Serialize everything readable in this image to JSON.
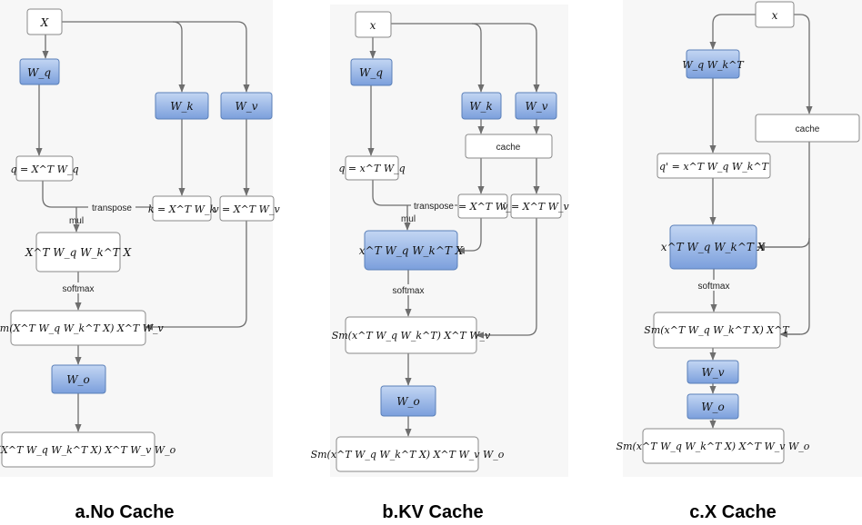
{
  "panels": [
    {
      "caption": "a.No Cache",
      "input": "X",
      "wq": "W_q",
      "wk": "W_k",
      "wv": "W_v",
      "q": "q = X^T W_q",
      "k": "k = X^T W_k",
      "v": "v = X^T W_v",
      "transpose_label": "transpose",
      "mul_label": "mul",
      "scores": "X^T W_q W_k^T X",
      "softmax_label": "softmax",
      "attn": "Sm(X^T W_q W_k^T X) X^T W_v",
      "wo": "W_o",
      "out": "Sm(X^T W_q W_k^T X) X^T W_v W_o"
    },
    {
      "caption": "b.KV Cache",
      "input": "x",
      "wq": "W_q",
      "wk": "W_k",
      "wv": "W_v",
      "cache": "cache",
      "q": "q = x^T W_q",
      "k": "k = X^T W_k",
      "v": "v = X^T W_v",
      "transpose_label": "transpose",
      "mul_label": "mul",
      "scores": "x^T W_q W_k^T X",
      "softmax_label": "softmax",
      "attn": "Sm(x^T W_q W_k^T) X^T W_v",
      "wo": "W_o",
      "out": "Sm(x^T W_q W_k^T X) X^T W_v W_o"
    },
    {
      "caption": "c.X Cache",
      "input": "x",
      "wqk": "W_q W_k^T",
      "cache": "cache",
      "qp": "q' = x^T W_q W_k^T",
      "scores": "x^T W_q W_k^T X",
      "softmax_label": "softmax",
      "attn": "Sm(x^T W_q W_k^T X) X^T",
      "wv": "W_v",
      "wo": "W_o",
      "out": "Sm(x^T W_q W_k^T X) X^T W_v W_o"
    }
  ]
}
